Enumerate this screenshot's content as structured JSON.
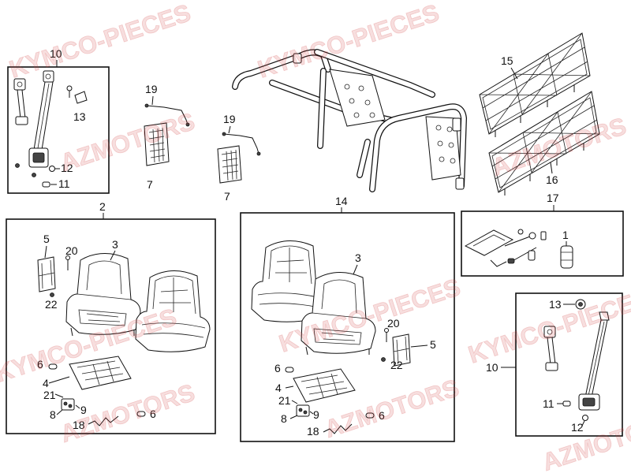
{
  "watermarks": {
    "kymco": "KYMCO-PIECES",
    "azmotors": "AZMOTORS"
  },
  "diagram": {
    "seatbelt_left": {
      "assembly": "10",
      "parts": [
        "13",
        "12",
        "11"
      ]
    },
    "harness_left": {
      "parts": [
        "19",
        "7"
      ]
    },
    "harness_right": {
      "parts": [
        "19",
        "7"
      ]
    },
    "nets": {
      "parts": [
        "15",
        "16"
      ]
    },
    "toolkit": {
      "assembly": "17",
      "parts": [
        "1"
      ]
    },
    "seat_box_left": {
      "assembly": "2",
      "parts": [
        "5",
        "20",
        "3",
        "22",
        "6",
        "4",
        "21",
        "9",
        "8",
        "6",
        "18"
      ]
    },
    "seat_box_right": {
      "assembly": "14",
      "parts": [
        "3",
        "20",
        "5",
        "22",
        "6",
        "4",
        "21",
        "9",
        "8",
        "6",
        "18"
      ]
    },
    "seatbelt_right": {
      "assembly": "10",
      "parts": [
        "13",
        "11",
        "12"
      ]
    }
  }
}
